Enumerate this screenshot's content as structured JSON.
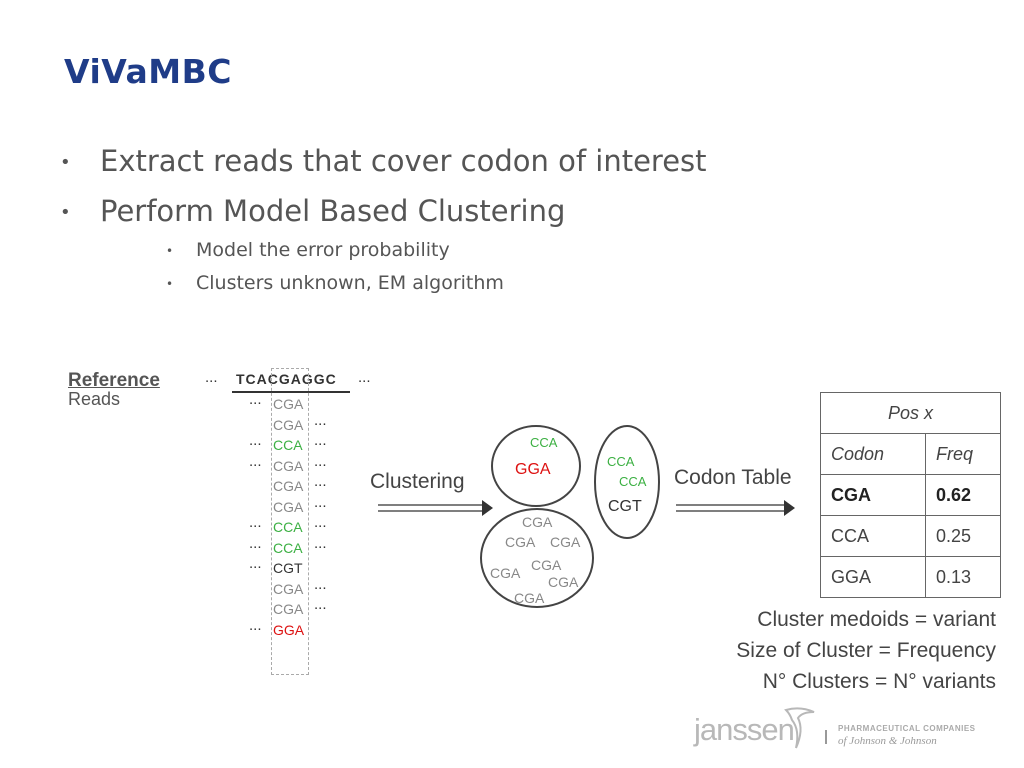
{
  "title": "ViVaMBC",
  "bullets": [
    "Extract reads that cover codon of interest",
    "Perform Model Based Clustering"
  ],
  "sub_bullets": [
    "Model the error probability",
    "Clusters unknown, EM algorithm"
  ],
  "bullet_symbol": "•",
  "diagram": {
    "reference_label": "Reference",
    "reads_label": "Reads",
    "reference_sequence": "TCACGAGGC",
    "ellipsis": "...",
    "reads": [
      {
        "seq": "CGA",
        "color": "#888888"
      },
      {
        "seq": "CGA",
        "color": "#888888"
      },
      {
        "seq": "CCA",
        "color": "#3cb043"
      },
      {
        "seq": "CGA",
        "color": "#888888"
      },
      {
        "seq": "CGA",
        "color": "#888888"
      },
      {
        "seq": "CGA",
        "color": "#888888"
      },
      {
        "seq": "CCA",
        "color": "#3cb043"
      },
      {
        "seq": "CCA",
        "color": "#3cb043"
      },
      {
        "seq": "CGT",
        "color": "#333333"
      },
      {
        "seq": "CGA",
        "color": "#888888"
      },
      {
        "seq": "CGA",
        "color": "#888888"
      },
      {
        "seq": "GGA",
        "color": "#dd1111"
      }
    ],
    "clustering_label": "Clustering",
    "codon_table_label": "Codon Table",
    "cluster_top": [
      {
        "seq": "CCA",
        "color": "#3cb043"
      },
      {
        "seq": "GGA",
        "color": "#dd1111"
      }
    ],
    "cluster_right": [
      {
        "seq": "CCA",
        "color": "#3cb043"
      },
      {
        "seq": "CCA",
        "color": "#3cb043"
      },
      {
        "seq": "CGT",
        "color": "#333333"
      }
    ],
    "cluster_bottom": [
      {
        "seq": "CGA",
        "color": "#888888"
      },
      {
        "seq": "CGA",
        "color": "#888888"
      },
      {
        "seq": "CGA",
        "color": "#888888"
      },
      {
        "seq": "CGA",
        "color": "#888888"
      },
      {
        "seq": "CGA",
        "color": "#888888"
      },
      {
        "seq": "CGA",
        "color": "#888888"
      },
      {
        "seq": "CGA",
        "color": "#888888"
      }
    ]
  },
  "codon_table": {
    "header": "Pos x",
    "columns": [
      "Codon",
      "Freq"
    ],
    "rows": [
      {
        "codon": "CGA",
        "freq": "0.62"
      },
      {
        "codon": "CCA",
        "freq": "0.25"
      },
      {
        "codon": "GGA",
        "freq": "0.13"
      }
    ]
  },
  "notes": [
    "Cluster medoids  =  variant",
    "Size of Cluster = Frequency",
    "N° Clusters = N° variants"
  ],
  "logo": {
    "name": "janssen",
    "line1": "PHARMACEUTICAL COMPANIES",
    "line2": "of Johnson & Johnson"
  },
  "colors": {
    "title": "#1f3c88",
    "match": "#888888",
    "variant_cca": "#3cb043",
    "variant_gga": "#dd1111",
    "variant_cgt": "#333333"
  }
}
